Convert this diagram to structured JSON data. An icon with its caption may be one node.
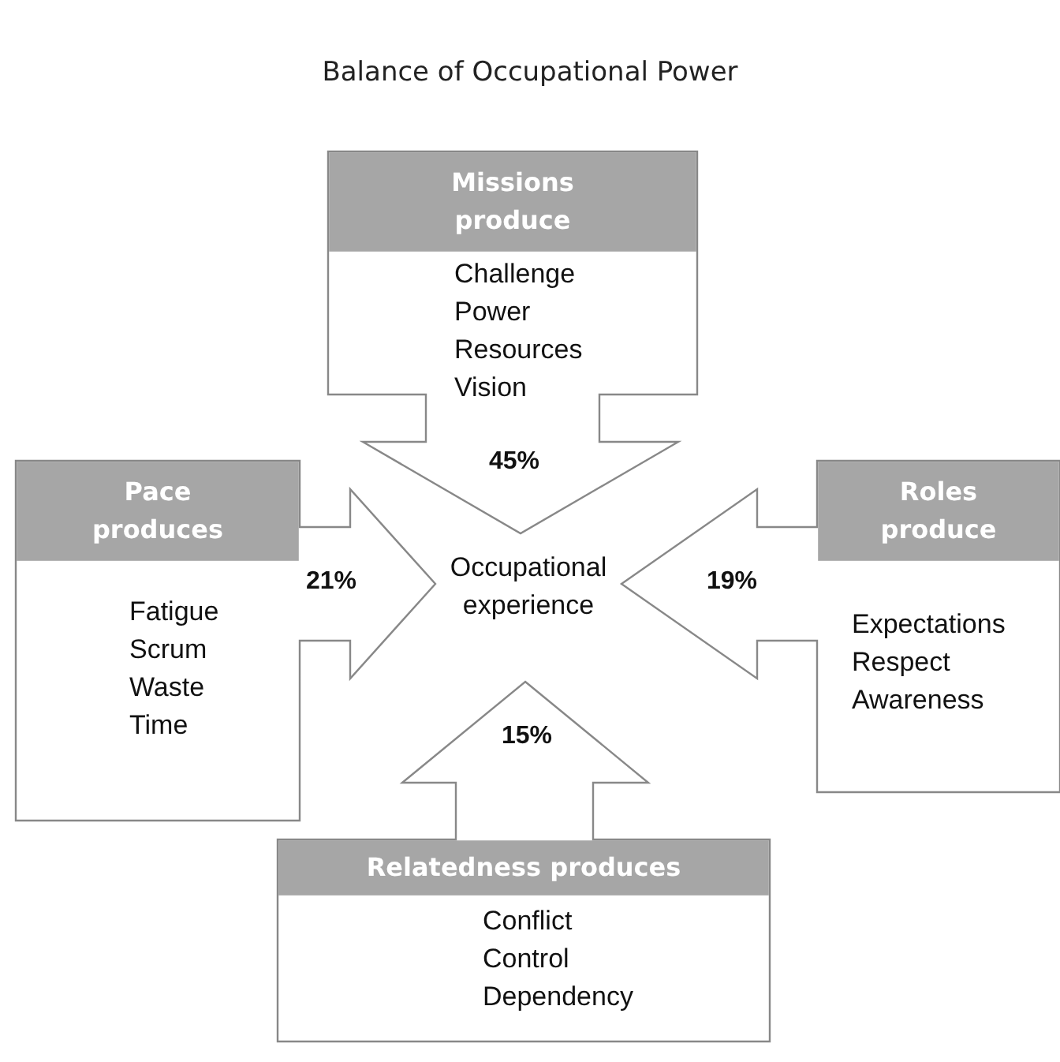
{
  "diagram": {
    "title": "Balance of Occupational Power",
    "nodes": [
      {
        "text": [
          "Missions produce",
          "Challenge",
          "Power",
          "Resources",
          "Vision",
          "45%"
        ]
      },
      {
        "text": [
          "Pace produces",
          "Fatigue",
          "Scrum",
          "Waste",
          "Time",
          "21%"
        ]
      },
      {
        "text": [
          "Occupational experience"
        ]
      },
      {
        "text": [
          "Roles produce",
          "Expectations",
          "Respect",
          "Awareness",
          "19%"
        ]
      },
      {
        "text": [
          "Relatedness produces",
          "Conflict",
          "Control",
          "Dependency",
          "15%"
        ]
      }
    ]
  }
}
